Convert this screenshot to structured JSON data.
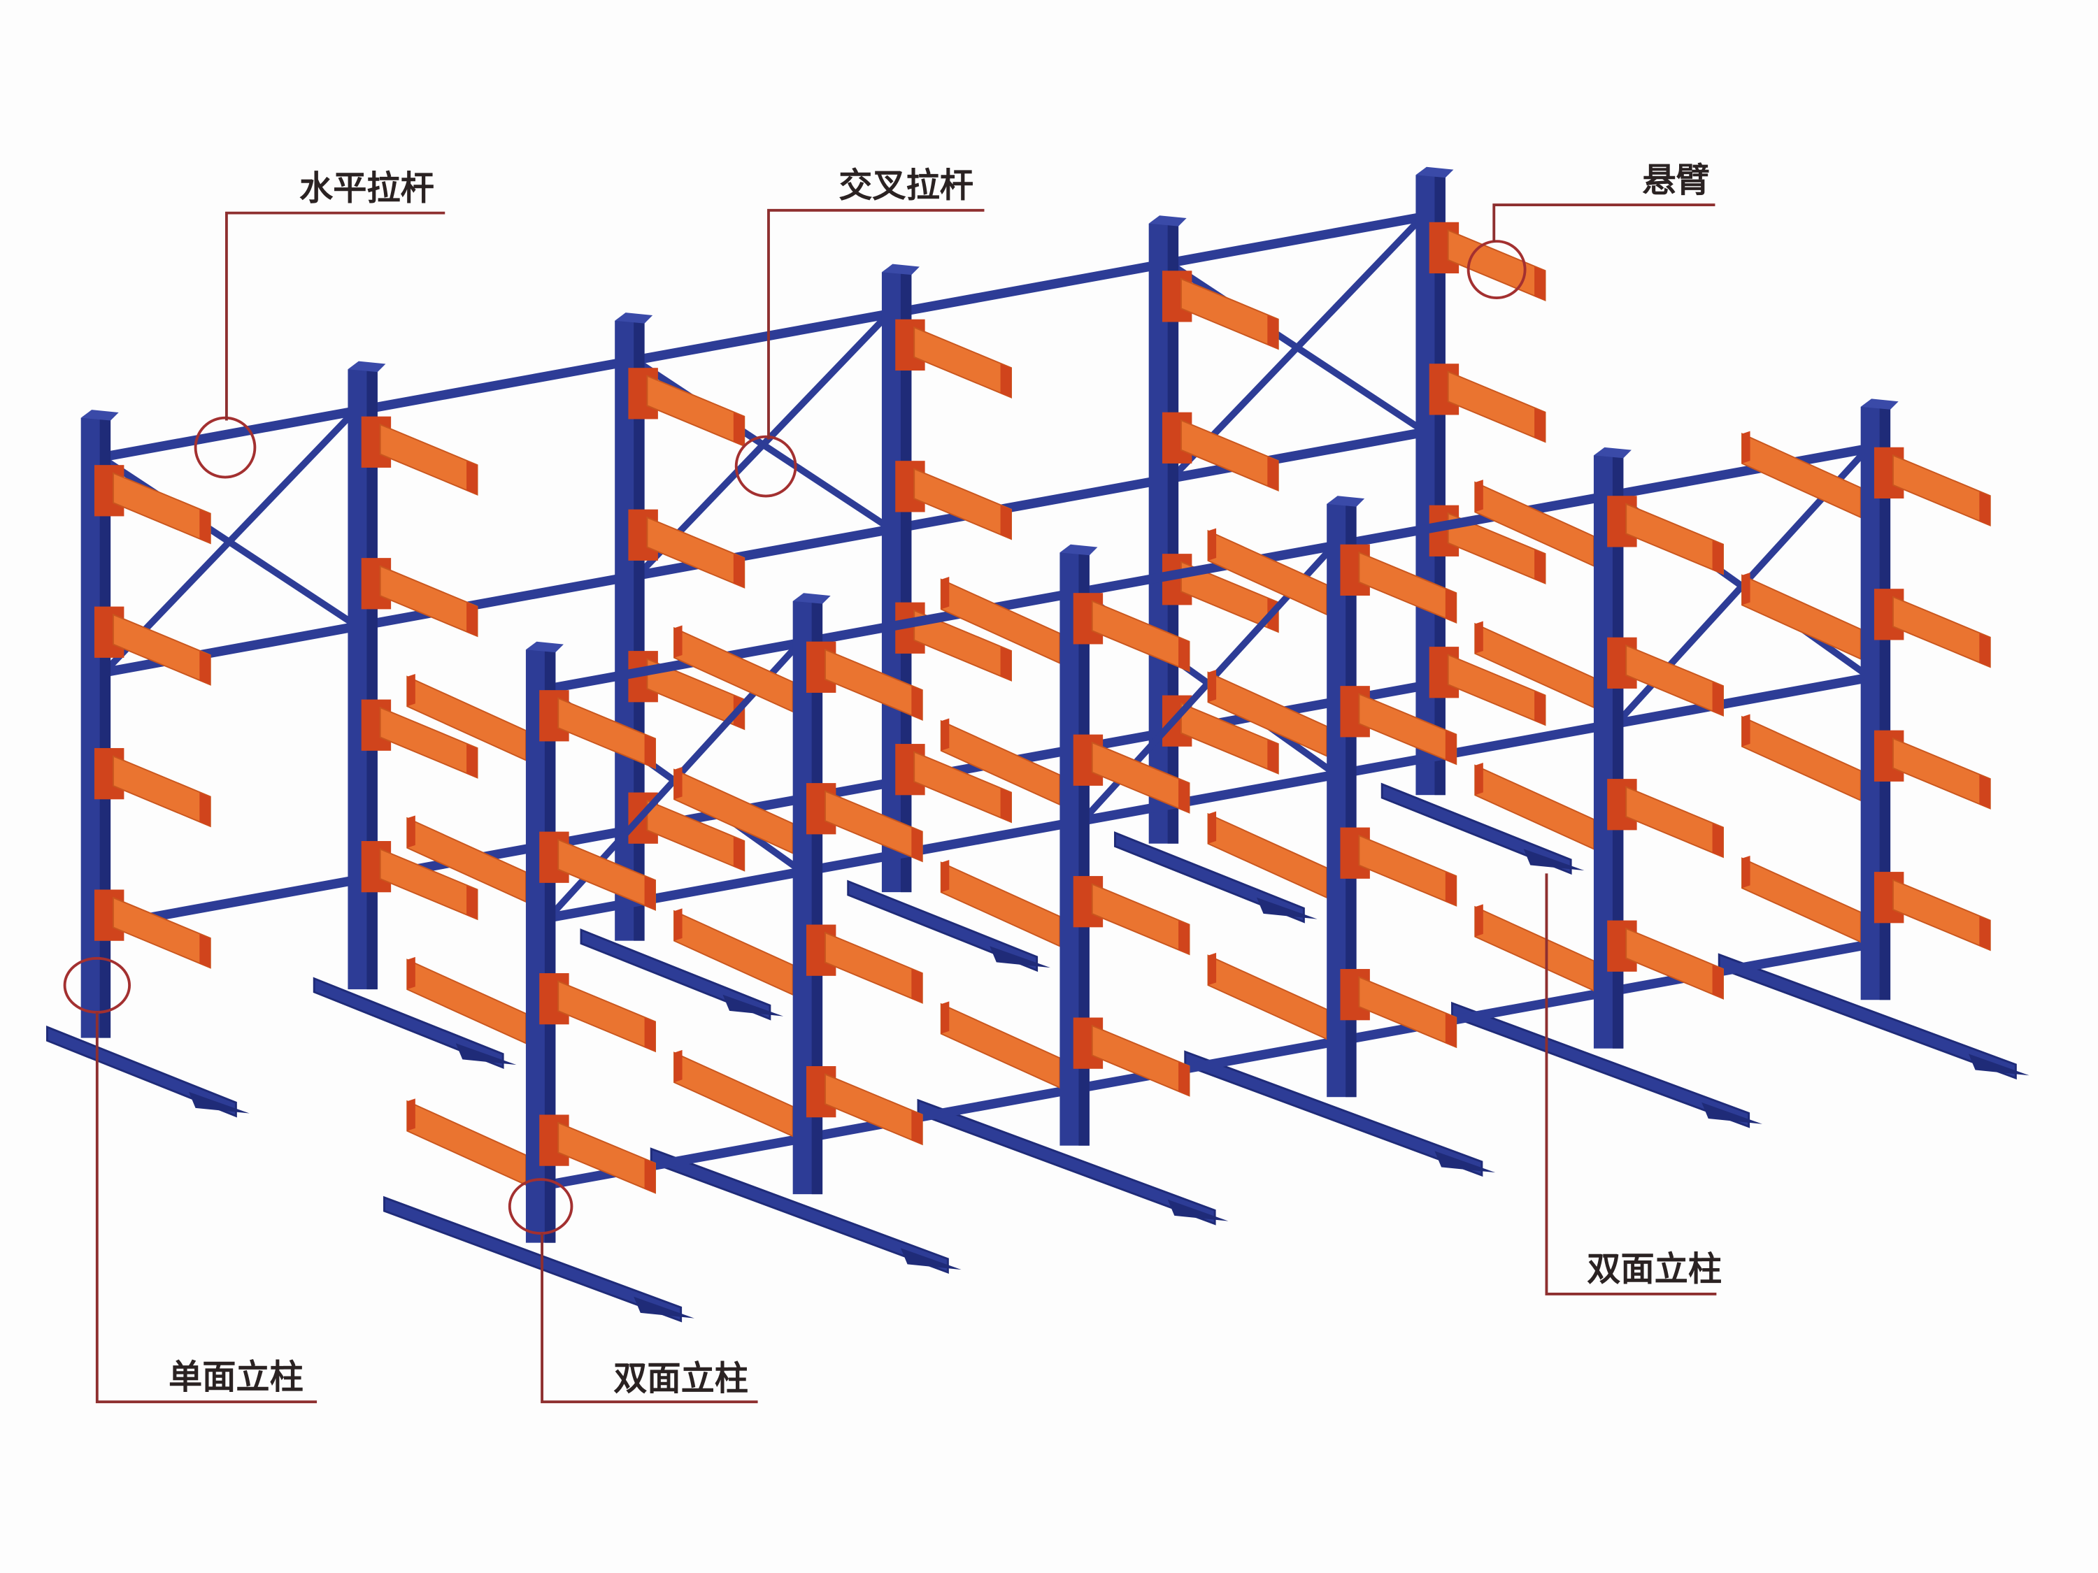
{
  "title": "Cantilever rack structure diagram",
  "labels": {
    "horizontal_brace": "水平拉杆",
    "cross_brace": "交叉拉杆",
    "cantilever_arm": "悬臂",
    "single_sided_column": "单面立柱",
    "double_sided_column_front": "双面立柱",
    "double_sided_column_right": "双面立柱"
  },
  "colors": {
    "column": "#2d3c96",
    "column_shade": "#1f2b78",
    "arm": "#ea7430",
    "arm_plate": "#d0441c",
    "leader": "#8e2f2f"
  },
  "racks": {
    "back": {
      "columns": 6,
      "arm_levels": 4,
      "sides": "single"
    },
    "front": {
      "columns": 6,
      "arm_levels": 4,
      "sides": "double"
    }
  }
}
